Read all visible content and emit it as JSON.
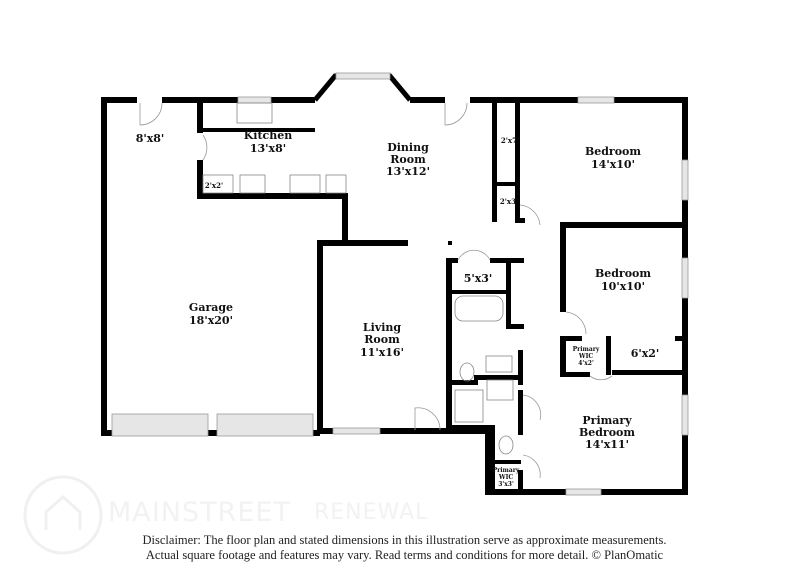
{
  "rooms": {
    "foyer": {
      "dim": "8'x8'"
    },
    "kitchen": {
      "name": "Kitchen",
      "dim": "13'x8'"
    },
    "pantry": {
      "dim": "2'x2'"
    },
    "dining": {
      "name1": "Dining",
      "name2": "Room",
      "dim": "13'x12'"
    },
    "bedroom1": {
      "name": "Bedroom",
      "dim": "14'x10'"
    },
    "closet1": {
      "dim": "2'x7'"
    },
    "closet2": {
      "dim": "2'x3'"
    },
    "bath_closet": {
      "dim": "5'x3'"
    },
    "bedroom2": {
      "name": "Bedroom",
      "dim": "10'x10'"
    },
    "garage": {
      "name": "Garage",
      "dim": "18'x20'"
    },
    "living": {
      "name1": "Living",
      "name2": "Room",
      "dim": "11'x16'"
    },
    "primary_wic1": {
      "name1": "Primary",
      "name2": "WIC",
      "dim": "4'x2'"
    },
    "closet3": {
      "dim": "6'x2'"
    },
    "primary_bedroom": {
      "name1": "Primary",
      "name2": "Bedroom",
      "dim": "14'x11'"
    },
    "primary_wic2": {
      "name1": "Primary",
      "name2": "WIC",
      "dim": "3'x3'"
    }
  },
  "logo": {
    "line1": "MAINSTREET",
    "line2": "RENEWAL"
  },
  "disclaimer": {
    "line1": "Disclaimer: The floor plan and stated dimensions in this illustration serve as approximate measurements.",
    "line2": "Actual square footage and features may vary. Read terms and conditions for more detail. © PlanOmatic"
  }
}
